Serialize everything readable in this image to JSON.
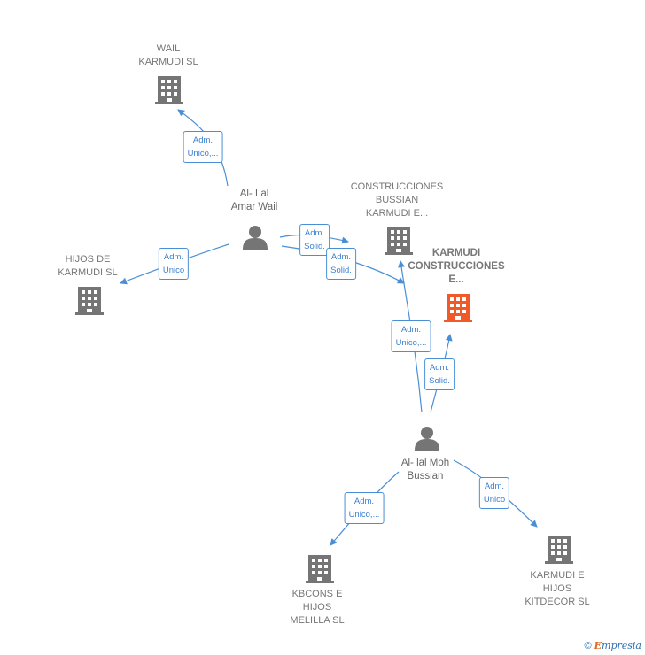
{
  "nodes": {
    "wail": {
      "lines": [
        "WAIL",
        "KARMUDI  SL"
      ]
    },
    "hijos": {
      "lines": [
        "HIJOS DE",
        "KARMUDI SL"
      ]
    },
    "bussian_co": {
      "lines": [
        "CONSTRUCCIONES",
        "BUSSIAN",
        "KARMUDI E..."
      ]
    },
    "karmudi_main": {
      "lines": [
        "KARMUDI",
        "CONSTRUCCIONES",
        "E..."
      ]
    },
    "kbcons": {
      "lines": [
        "KBCONS E",
        "HIJOS",
        "MELILLA  SL"
      ]
    },
    "kitdecor": {
      "lines": [
        "KARMUDI E",
        "HIJOS",
        "KITDECOR  SL"
      ]
    },
    "amar": {
      "lines": [
        "Al- Lal",
        "Amar Wail"
      ]
    },
    "moh": {
      "lines": [
        "Al- lal Moh",
        "Bussian"
      ]
    }
  },
  "relations": {
    "amar_wail": [
      "Adm.",
      "Unico,..."
    ],
    "amar_hijos": [
      "Adm.",
      "Unico"
    ],
    "amar_bussian": [
      "Adm.",
      "Solid."
    ],
    "amar_karmudi": [
      "Adm.",
      "Solid."
    ],
    "moh_bussian": [
      "Adm.",
      "Unico,..."
    ],
    "moh_karmudi": [
      "Adm.",
      "Solid."
    ],
    "moh_kbcons": [
      "Adm.",
      "Unico,..."
    ],
    "moh_kitdecor": [
      "Adm.",
      "Unico"
    ]
  },
  "colors": {
    "company": "#757575",
    "main_company": "#f05a28",
    "person": "#757575",
    "edge": "#4a8fd6"
  },
  "footer": {
    "copyright": "©",
    "brand_e": "E",
    "brand_rest": "mpresia"
  }
}
